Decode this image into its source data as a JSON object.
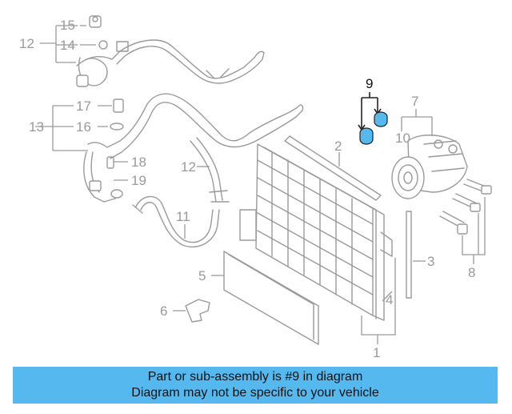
{
  "diagram": {
    "callouts": {
      "c1": "1",
      "c2": "2",
      "c3": "3",
      "c4": "4",
      "c5": "5",
      "c6": "6",
      "c7": "7",
      "c8": "8",
      "c9": "9",
      "c10": "10",
      "c11": "11",
      "c12a": "12",
      "c12b": "12",
      "c13": "13",
      "c14": "14",
      "c15": "15",
      "c16": "16",
      "c17": "17",
      "c18": "18",
      "c19": "19"
    },
    "highlighted_part": "9",
    "colors": {
      "parts": "#9a9a9a",
      "highlight_part": "#55b9f0",
      "highlight_outline": "#222222"
    }
  },
  "banner": {
    "line1": "Part or sub-assembly is #9 in diagram",
    "line2": "Diagram may not be specific to your vehicle",
    "background": "#55b9f0"
  }
}
